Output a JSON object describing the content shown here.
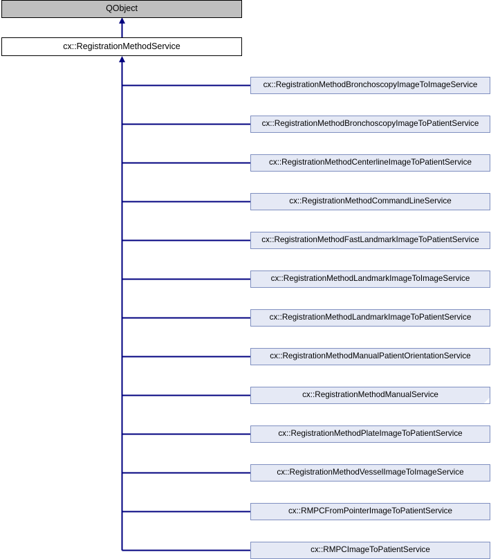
{
  "diagram": {
    "type": "uml-inheritance",
    "title": "cx::RegistrationMethodService inheritance diagram",
    "colors": {
      "root_fill": "#bfbfbf",
      "root_border": "#000000",
      "mid_fill": "#ffffff",
      "mid_border": "#000000",
      "leaf_fill": "#e5e9f5",
      "leaf_border": "#7f8fc0",
      "edge": "#00007f",
      "background": "#ffffff"
    }
  },
  "root": {
    "label": "QObject"
  },
  "base": {
    "label": "cx::RegistrationMethodService"
  },
  "derived": [
    {
      "label": "cx::RegistrationMethodBronchoscopyImageToImageService"
    },
    {
      "label": "cx::RegistrationMethodBronchoscopyImageToPatientService"
    },
    {
      "label": "cx::RegistrationMethodCenterlineImageToPatientService"
    },
    {
      "label": "cx::RegistrationMethodCommandLineService"
    },
    {
      "label": "cx::RegistrationMethodFastLandmarkImageToPatientService"
    },
    {
      "label": "cx::RegistrationMethodLandmarkImageToImageService"
    },
    {
      "label": "cx::RegistrationMethodLandmarkImageToPatientService"
    },
    {
      "label": "cx::RegistrationMethodManualPatientOrientationService"
    },
    {
      "label": "cx::RegistrationMethodManualService"
    },
    {
      "label": "cx::RegistrationMethodPlateImageToPatientService"
    },
    {
      "label": "cx::RegistrationMethodVesselImageToImageService"
    },
    {
      "label": "cx::RMPCFromPointerImageToPatientService"
    },
    {
      "label": "cx::RMPCImageToPatientService"
    }
  ]
}
